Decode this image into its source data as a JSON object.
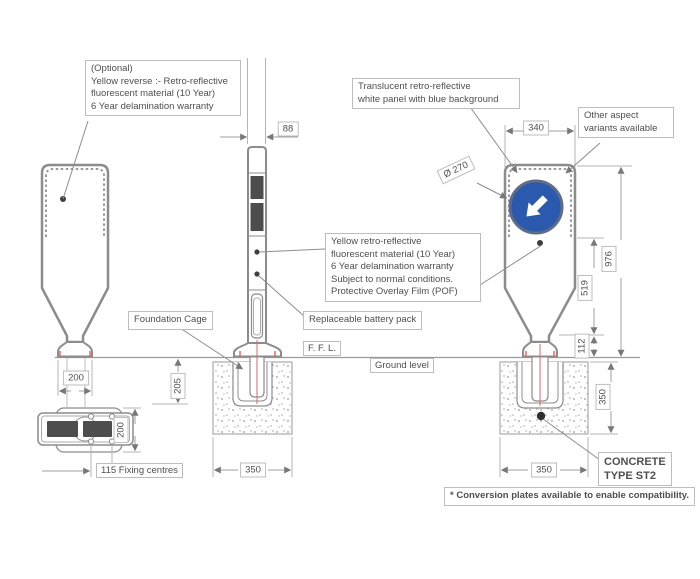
{
  "notes": {
    "optional": "(Optional)\nYellow reverse :- Retro-reflective\nfluorescent material (10 Year)\n6 Year delamination warranty",
    "translucent": "Translucent retro-reflective\nwhite panel with blue background",
    "other_aspect": "Other aspect\nvariants available",
    "yellow_retro": "Yellow retro-reflective\nfluorescent material (10 Year)\n6 Year delamination warranty\nSubject to normal conditions.\nProtective Overlay Film (POF)",
    "battery": "Replaceable battery pack",
    "foundation_cage": "Foundation Cage",
    "ffl": "F. F. L.",
    "ground_level": "Ground level",
    "concrete": "CONCRETE\nTYPE ST2",
    "conversion": "* Conversion plates available to enable compatibility."
  },
  "dimensions": {
    "side_width": "88",
    "panel_width": "340",
    "sign_diameter": "Ø 270",
    "overall_height": "976",
    "lower_panel_height": "519",
    "base_height": "112",
    "foundation_depth_right": "350",
    "foundation_width_mid": "350",
    "foundation_width_right": "350",
    "cage_depth": "205",
    "base_width": "200",
    "base_depth": "200",
    "fixing_centres": "115 Fixing centres"
  },
  "colors": {
    "sign_blue": "#2b59ad",
    "sign_ring": "#5d6c88",
    "centreline_red": "#d96a6a",
    "dark_panel": "#4d4d4d",
    "line_gray": "#8c8c8c"
  }
}
